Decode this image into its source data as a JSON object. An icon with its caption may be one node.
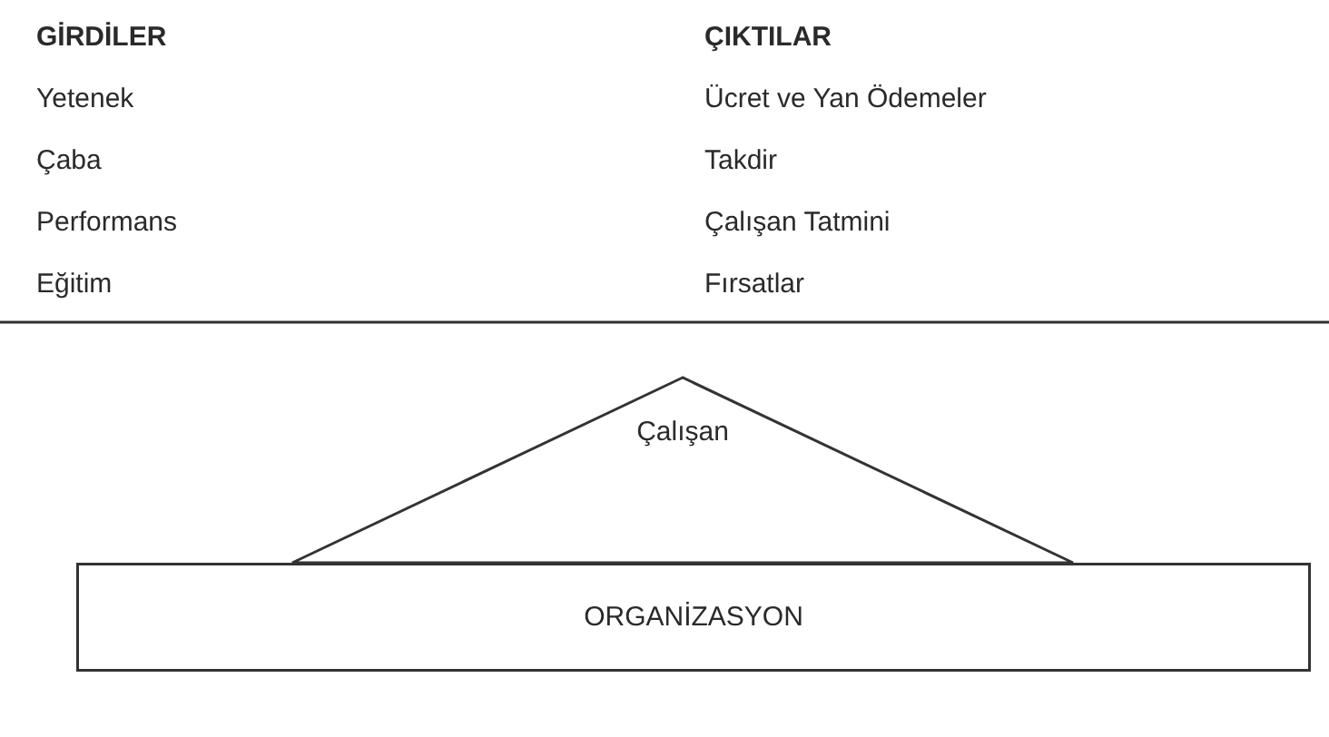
{
  "diagram": {
    "nodes": [
      {
        "text": [
          "Çalışan"
        ]
      },
      {
        "text": [
          "ORGANİZASYON"
        ]
      }
    ],
    "labels": [
      "GİRDİLER",
      "ÇIKTILAR",
      "Yetenek",
      "Ücret ve Yan Ödemeler",
      "Çaba",
      "Takdir",
      "Performans",
      "Çalışan Tatmini",
      "Eğitim",
      "Fırsatlar"
    ]
  }
}
